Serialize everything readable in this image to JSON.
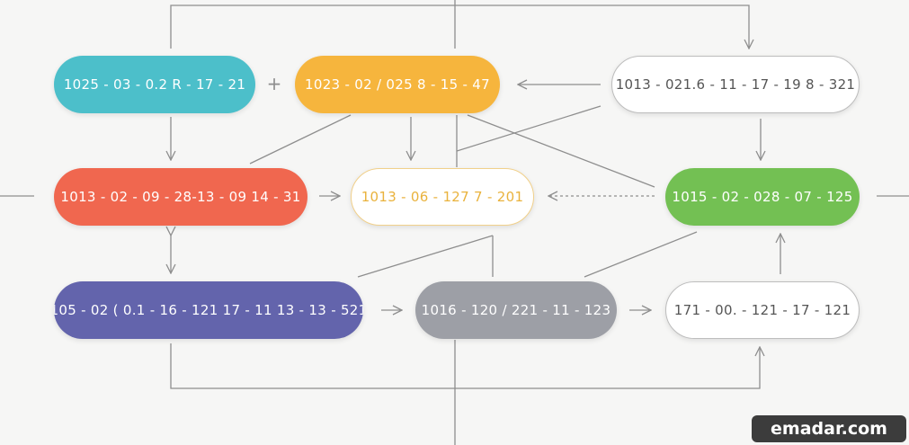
{
  "diagram": {
    "nodes": [
      {
        "id": "n1",
        "label": "1025 - 03 - 0.2  R - 17 - 21",
        "fill": "#4cbfca",
        "text_color": "#ffffff",
        "style": "filled"
      },
      {
        "id": "n2",
        "label": "1023 - 02 / 025  8 - 15 - 47",
        "fill": "#f6b53d",
        "text_color": "#ffffff",
        "style": "filled"
      },
      {
        "id": "n3",
        "label": "1013 - 021.6 - 11 - 17 - 19 8 - 321",
        "fill": "#ffffff",
        "text_color": "#555555",
        "border": "#bdbdbd",
        "style": "outlined"
      },
      {
        "id": "n4",
        "label": "1013 - 02 - 09 - 28-13 - 09  14 - 31",
        "fill": "#f0674f",
        "text_color": "#ffffff",
        "style": "filled"
      },
      {
        "id": "n5",
        "label": "1013 - 06 - 127 7 - 201",
        "fill": "#ffffff",
        "text_color": "#e9b23c",
        "border": "#f1d08a",
        "style": "outlined"
      },
      {
        "id": "n6",
        "label": "1015 - 02 - 028 - 07 - 125",
        "fill": "#73c053",
        "text_color": "#ffffff",
        "style": "filled"
      },
      {
        "id": "n7",
        "label": "105 - 02  ( 0.1 - 16 - 121  17 - 11 13 - 13 - 521",
        "fill": "#6364ac",
        "text_color": "#ffffff",
        "style": "filled"
      },
      {
        "id": "n8",
        "label": "1016 - 120 / 221 - 11 - 123",
        "fill": "#9d9fa6",
        "text_color": "#ffffff",
        "style": "filled"
      },
      {
        "id": "n9",
        "label": "171 - 00.  - 121 - 17 - 121",
        "fill": "#ffffff",
        "text_color": "#555555",
        "border": "#bdbdbd",
        "style": "outlined"
      }
    ],
    "plus_symbol": "+",
    "line_color": "#8e8e8e",
    "watermark": "emadar.com"
  }
}
